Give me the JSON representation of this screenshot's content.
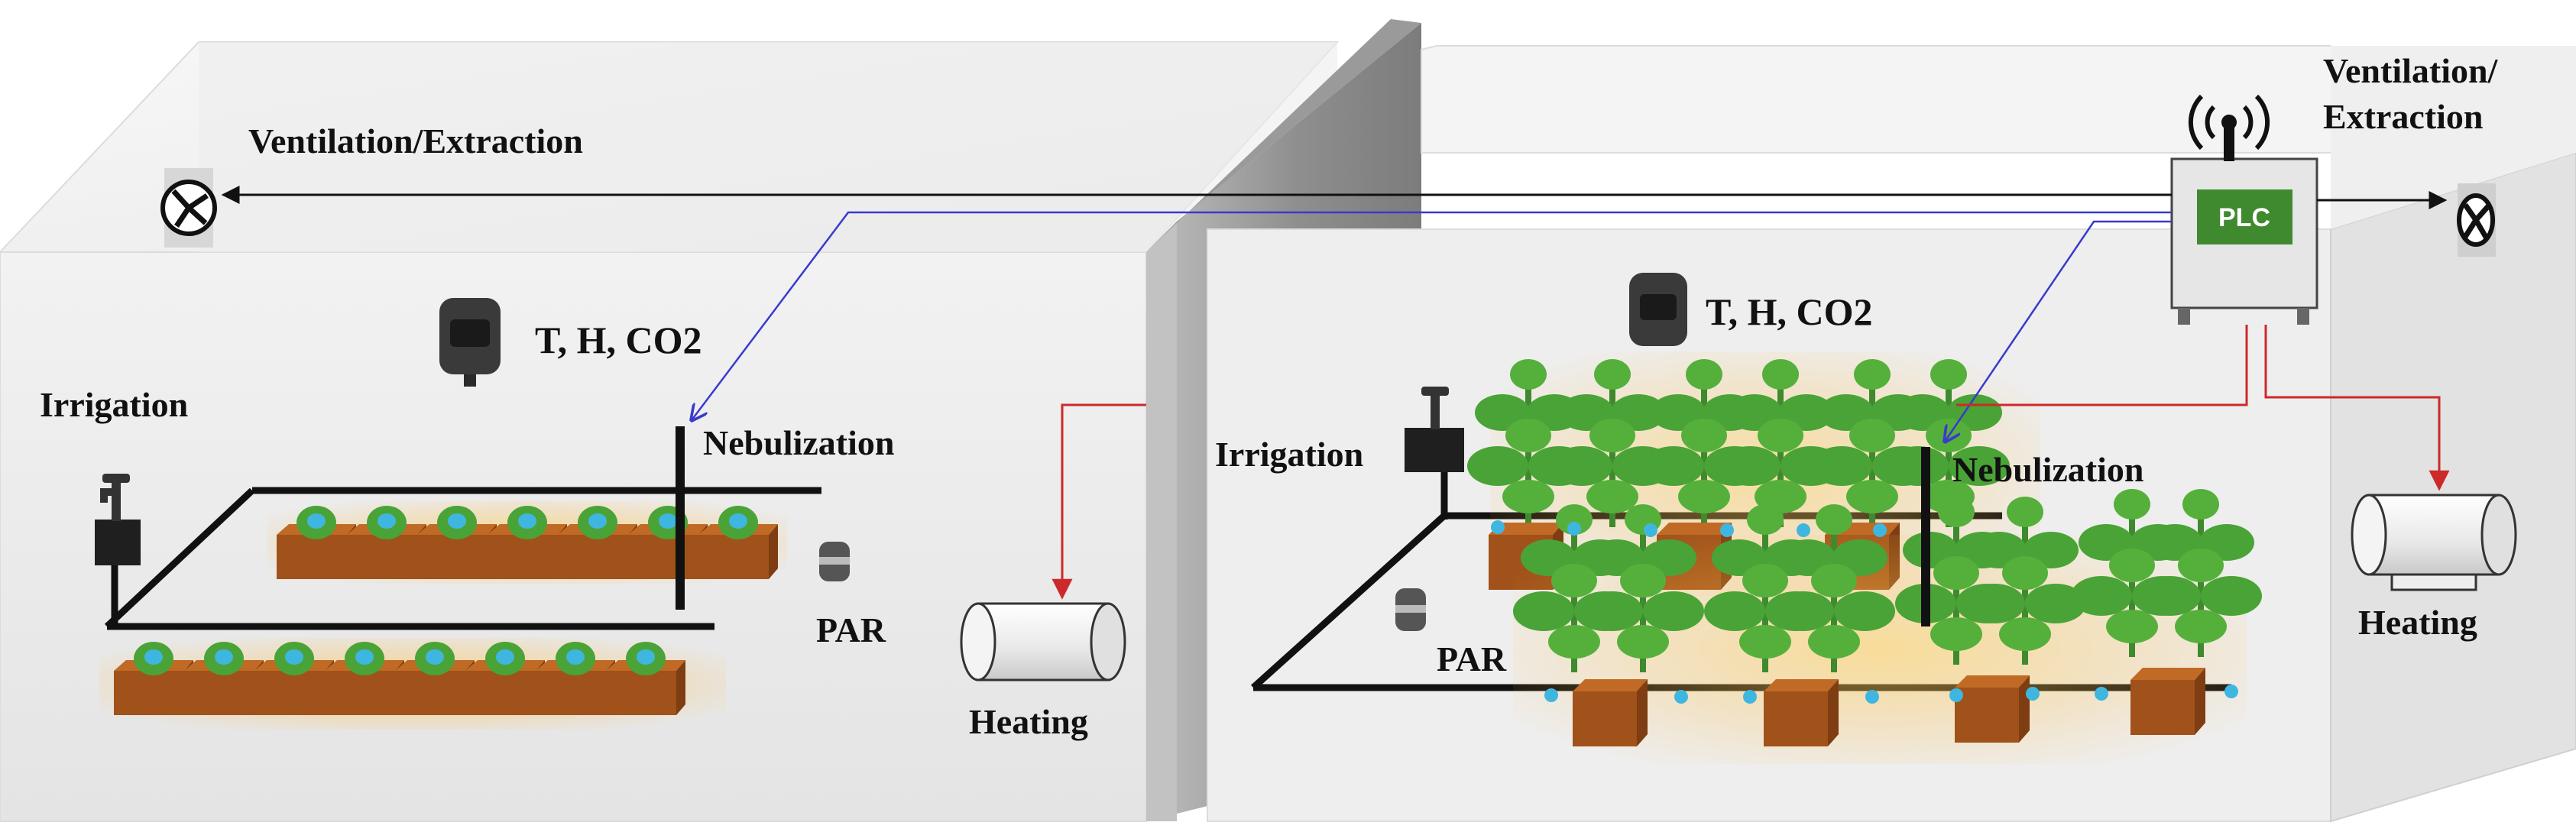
{
  "labels": {
    "left_ventilation": "Ventilation/Extraction",
    "right_ventilation_line1": "Ventilation/",
    "right_ventilation_line2": "Extraction",
    "left_sensor": "T, H, CO2",
    "right_sensor": "T, H, CO2",
    "left_irrigation": "Irrigation",
    "right_irrigation": "Irrigation",
    "left_nebulization": "Nebulization",
    "right_nebulization": "Nebulization",
    "left_par": "PAR",
    "right_par": "PAR",
    "left_heating": "Heating",
    "right_heating": "Heating",
    "plc": "PLC"
  },
  "colors": {
    "control_line_blue": "#3a3acc",
    "heating_line_red": "#cc2a2a",
    "plc_green": "#3f8a2e",
    "plant_green": "#4aa336",
    "pot_brown": "#a0521a",
    "glow_orange": "#ffb640",
    "dew_blue": "#3fb6e0",
    "partition_gray": "#8a8a8a"
  },
  "icons": [
    "fan-icon",
    "wifi-antenna-icon",
    "faucet-icon",
    "sensor-icon",
    "par-sensor-icon",
    "heater-tank-icon",
    "plc-box-icon"
  ]
}
